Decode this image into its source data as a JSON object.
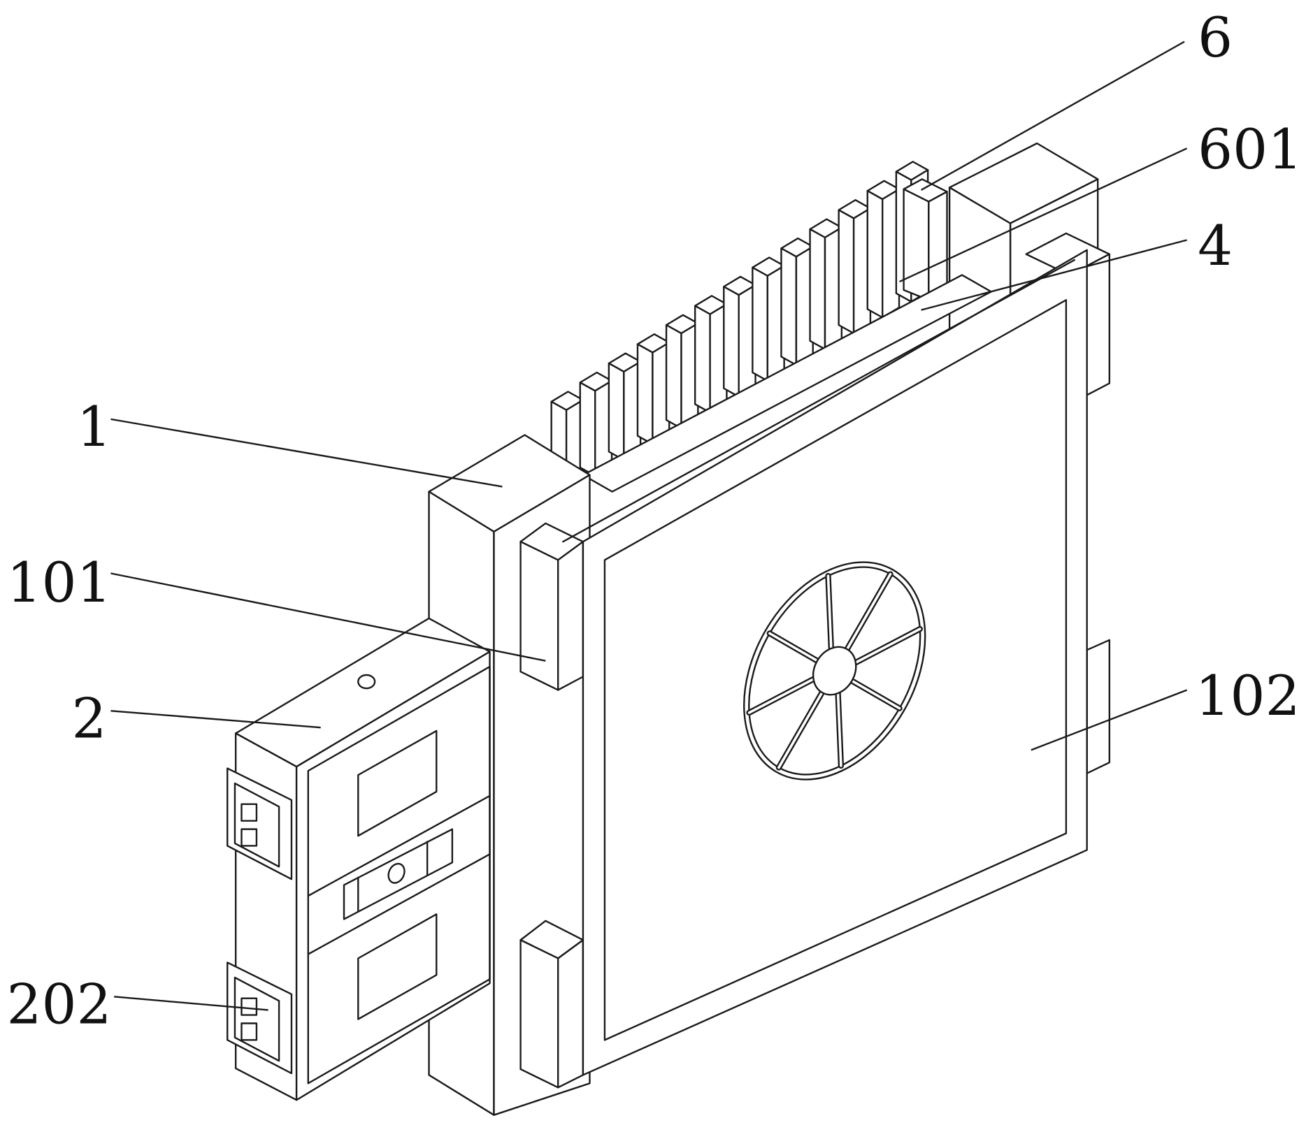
{
  "figure": {
    "type": "patent-isometric-drawing",
    "line_color": "#1a1a1a",
    "background": "#ffffff"
  },
  "labels": [
    {
      "id": "6",
      "text": "6",
      "refers_to": "fin-array"
    },
    {
      "id": "601",
      "text": "601",
      "refers_to": "fin"
    },
    {
      "id": "4",
      "text": "4",
      "refers_to": "top-rail"
    },
    {
      "id": "1",
      "text": "1",
      "refers_to": "main-housing"
    },
    {
      "id": "101",
      "text": "101",
      "refers_to": "side-clamp"
    },
    {
      "id": "2",
      "text": "2",
      "refers_to": "control-box"
    },
    {
      "id": "102",
      "text": "102",
      "refers_to": "front-panel"
    },
    {
      "id": "202",
      "text": "202",
      "refers_to": "socket"
    }
  ],
  "components": {
    "fan": {
      "spokes": 8
    },
    "fins": {
      "count": 13
    },
    "sockets": {
      "count": 2
    }
  }
}
